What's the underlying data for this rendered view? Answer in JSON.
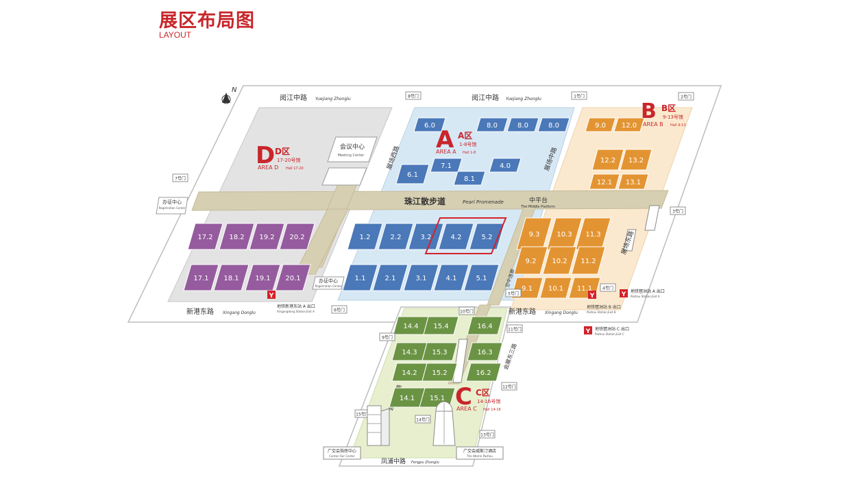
{
  "header": {
    "title": "展区布局图",
    "subtitle": "LAYOUT"
  },
  "compass": "N",
  "roads": {
    "top_left": {
      "cn": "阅江中路",
      "en": "Yuejiang Zhonglu"
    },
    "top_right": {
      "cn": "阅江中路",
      "en": "Yuejiang Zhonglu"
    },
    "bottom_left": {
      "cn": "新港东路",
      "en": "Xingang Donglu"
    },
    "bottom_right": {
      "cn": "新港东路",
      "en": "Xingang Donglu"
    },
    "bottom_c": {
      "cn": "凤浦中路",
      "en": "Fengpu Zhonglu"
    },
    "west": "展场西路",
    "middle": "展场中路",
    "east": "展场东路",
    "huizhan3": "会展东三路",
    "huizhan2": "会展东二路",
    "sky_corridor": "空中连廊",
    "promenade": {
      "cn": "珠江散步道",
      "en": "Pearl Promenade"
    },
    "middle_platform": {
      "cn": "中平台",
      "en": "The Middle Platform"
    }
  },
  "areas": {
    "A": {
      "letter": "A",
      "cn": "A区",
      "halls": "1-8号馆",
      "en": "AREA A",
      "en_halls": "Hall 1-8",
      "color": "#d7e8f5"
    },
    "B": {
      "letter": "B",
      "cn": "B区",
      "halls": "9-13号馆",
      "en": "AREA B",
      "en_halls": "Hall 9-13",
      "color": "#fbe9cf"
    },
    "C": {
      "letter": "C",
      "cn": "C区",
      "halls": "14-16号馆",
      "en": "AREA C",
      "en_halls": "Hall 14-16",
      "color": "#e7efcf"
    },
    "D": {
      "letter": "D",
      "cn": "D区",
      "halls": "17-20号馆",
      "en": "AREA D",
      "en_halls": "Hall 17-20",
      "color": "#e3e3e3"
    }
  },
  "halls": {
    "blue": [
      "6.0",
      "8.0",
      "8.0",
      "8.0",
      "7.1",
      "4.0",
      "6.1",
      "8.1",
      "1.2",
      "2.2",
      "3.2",
      "4.2",
      "5.2",
      "1.1",
      "2.1",
      "3.1",
      "4.1",
      "5.1"
    ],
    "orange": [
      "9.0",
      "12.0",
      "12.2",
      "13.2",
      "12.1",
      "13.1",
      "9.3",
      "10.3",
      "11.3",
      "9.2",
      "10.2",
      "11.2",
      "9.1",
      "10.1",
      "11.1"
    ],
    "purple": [
      "17.2",
      "18.2",
      "19.2",
      "20.2",
      "17.1",
      "18.1",
      "19.1",
      "20.1"
    ],
    "green": [
      "14.4",
      "15.4",
      "16.4",
      "14.3",
      "15.3",
      "16.3",
      "14.2",
      "15.2",
      "16.2",
      "14.1",
      "15.1"
    ]
  },
  "gates": [
    "1号门",
    "2号门",
    "3号门",
    "4号门",
    "5号门",
    "6号门",
    "7号门",
    "8号门",
    "9号门",
    "10号门",
    "11号门",
    "12号门",
    "13号门",
    "14号门",
    "15号门"
  ],
  "buildings": {
    "meeting": {
      "cn": "会议中心",
      "en": "Meeting Center"
    },
    "reg1": {
      "cn": "办证中心",
      "en": "Registration Center"
    },
    "reg2": {
      "cn": "办证中心",
      "en": "Registration Center"
    },
    "cantonfair": {
      "cn": "广交会指挥中心",
      "en": "Canton Fair Center"
    },
    "westin": {
      "cn": "广交会威斯汀酒店",
      "en": "The Westin Pazhou"
    }
  },
  "metro": {
    "a": {
      "cn": "地铁新港东站 A 出口",
      "en": "Xingangdong Station,Exit A"
    },
    "b": {
      "cn": "地铁琶洲站 B 出口",
      "en": "Pazhou Station,Exit B"
    },
    "pa": {
      "cn": "地铁琶洲站 A 出口",
      "en": "Pazhou Station,Exit A"
    },
    "c": {
      "cn": "地铁琶洲站 C 出口",
      "en": "Pazhou Station,Exit C"
    }
  },
  "colors": {
    "blue": "#4a78b8",
    "orange": "#e39432",
    "purple": "#955b9e",
    "green": "#6b9344",
    "promenade": "#d6cfb2",
    "accent": "#c8262b"
  }
}
